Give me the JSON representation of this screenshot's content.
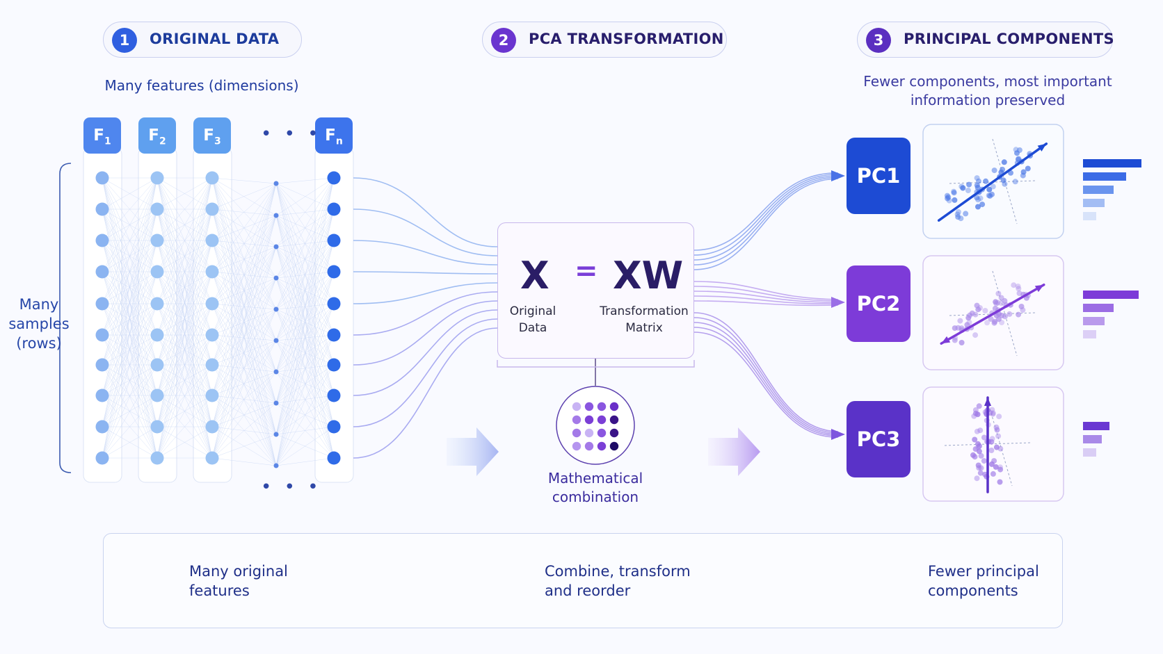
{
  "steps": [
    {
      "num": "1",
      "label": "ORIGINAL DATA",
      "caption": "Many features (dimensions)"
    },
    {
      "num": "2",
      "label": "PCA TRANSFORMATION"
    },
    {
      "num": "3",
      "label": "PRINCIPAL COMPONENTS",
      "caption_line1": "Fewer components, most important",
      "caption_line2": "information preserved"
    }
  ],
  "features": [
    "F1",
    "F2",
    "F3",
    "Fn"
  ],
  "ellipsis": "• • •",
  "rows_label": [
    "Many",
    "samples",
    "(rows)"
  ],
  "formula": {
    "left": "X",
    "equals": "=",
    "right": "XW",
    "left_caption": [
      "Original",
      "Data"
    ],
    "right_caption": [
      "Transformation",
      "Matrix"
    ]
  },
  "combination_caption": [
    "Mathematical",
    "combination"
  ],
  "components": [
    "PC1",
    "PC2",
    "PC3"
  ],
  "legend": {
    "item1": [
      "Many original",
      "features"
    ],
    "item2": [
      "Combine, transform",
      "and reorder"
    ],
    "item3": [
      "Fewer principal",
      "components"
    ]
  },
  "colors": {
    "blue": "#1d4bd4",
    "purple": "#7d3bd8",
    "indigo": "#5a32c8",
    "text_blue": "#1f3a9e"
  }
}
